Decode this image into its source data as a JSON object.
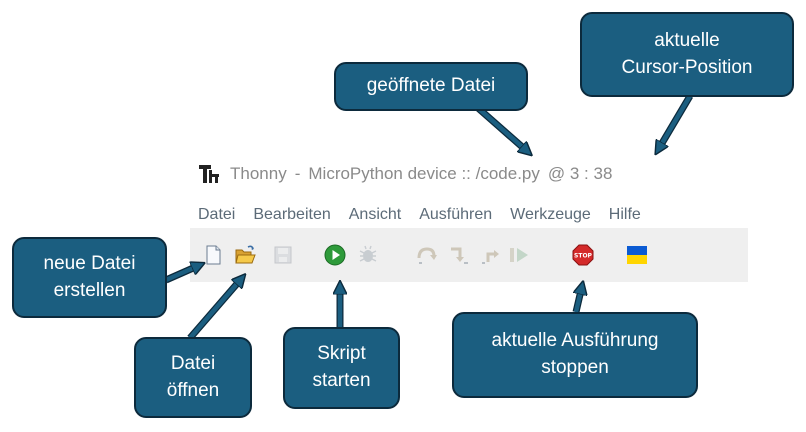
{
  "window": {
    "app_name": "Thonny",
    "separator": "-",
    "file_path": "MicroPython device :: /code.py",
    "cursor_position": "@  3 : 38",
    "logo_icon": "thonny-logo-icon"
  },
  "menu": {
    "items": [
      {
        "label": "Datei"
      },
      {
        "label": "Bearbeiten"
      },
      {
        "label": "Ansicht"
      },
      {
        "label": "Ausführen"
      },
      {
        "label": "Werkzeuge"
      },
      {
        "label": "Hilfe"
      }
    ]
  },
  "toolbar": {
    "buttons": [
      {
        "name": "new-file",
        "icon": "new-file-icon",
        "enabled": true
      },
      {
        "name": "open-file",
        "icon": "open-folder-icon",
        "enabled": true
      },
      {
        "name": "save-file",
        "icon": "floppy-disk-icon",
        "enabled": false
      },
      {
        "name": "run-script",
        "icon": "play-icon",
        "enabled": true
      },
      {
        "name": "debug",
        "icon": "bug-icon",
        "enabled": false
      },
      {
        "name": "step-over",
        "icon": "step-over-icon",
        "enabled": false
      },
      {
        "name": "step-into",
        "icon": "step-into-icon",
        "enabled": false
      },
      {
        "name": "step-out",
        "icon": "step-out-icon",
        "enabled": false
      },
      {
        "name": "resume",
        "icon": "resume-icon",
        "enabled": false
      },
      {
        "name": "stop",
        "icon": "stop-sign-icon",
        "enabled": true,
        "label": "STOP"
      },
      {
        "name": "ukraine-flag",
        "icon": "ukraine-flag-icon",
        "enabled": true
      }
    ]
  },
  "callouts": {
    "open_file_name": {
      "lines": [
        "geöffnete Datei"
      ]
    },
    "cursor_position": {
      "lines": [
        "aktuelle",
        "Cursor-Position"
      ]
    },
    "new_file": {
      "lines": [
        "neue Datei",
        "erstellen"
      ]
    },
    "open_file": {
      "lines": [
        "Datei",
        "öffnen"
      ]
    },
    "run_script": {
      "lines": [
        "Skript",
        "starten"
      ]
    },
    "stop_execution": {
      "lines": [
        "aktuelle Ausführung",
        "stoppen"
      ]
    }
  },
  "colors": {
    "callout_fill": "#1b5e80",
    "callout_border": "#0c2a3c",
    "toolbar_bg": "#efefef",
    "run_green": "#2e9a3a",
    "stop_red": "#d42a2a",
    "flag_blue": "#0b5bd3",
    "flag_yellow": "#ffd500"
  }
}
